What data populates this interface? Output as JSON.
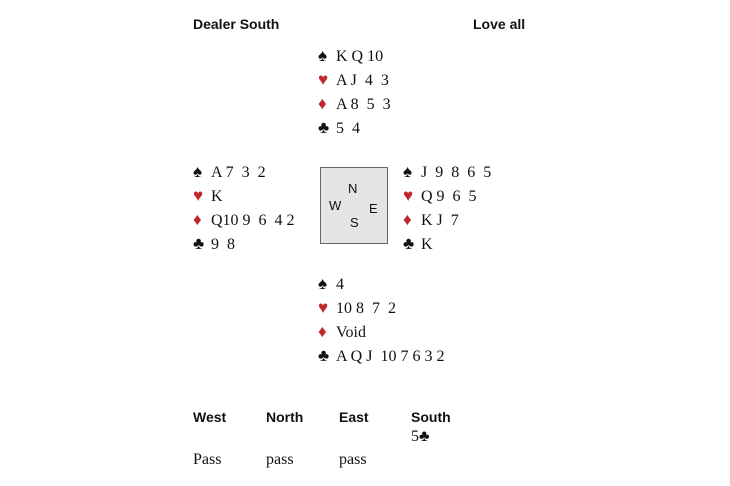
{
  "header": {
    "dealer": "Dealer South",
    "vulnerability": "Love all"
  },
  "suits": {
    "spades": "♠",
    "hearts": "♥",
    "diamonds": "♦",
    "clubs": "♣"
  },
  "colors": {
    "red": "#c0272d",
    "black": "#111111",
    "compass_bg": "#e4e4e4"
  },
  "hands": {
    "north": {
      "spades": "K Q 10",
      "hearts": "A J  4  3",
      "diamonds": "A 8  5  3",
      "clubs": "5  4"
    },
    "west": {
      "spades": "A 7  3  2",
      "hearts": "K",
      "diamonds": "Q10 9  6  4 2",
      "clubs": "9  8"
    },
    "east": {
      "spades": "J  9  8  6  5",
      "hearts": "Q 9  6  5",
      "diamonds": "K J  7",
      "clubs": "K"
    },
    "south": {
      "spades": "4",
      "hearts": "10 8  7  2",
      "diamonds": "Void",
      "clubs": "A Q J  10 7 6 3 2"
    }
  },
  "compass": {
    "n": "N",
    "s": "S",
    "e": "E",
    "w": "W"
  },
  "auction": {
    "headers": [
      "West",
      "North",
      "East",
      "South"
    ],
    "south_bid": "5",
    "south_bid_suit": "♣",
    "row2": [
      "Pass",
      "pass",
      "pass"
    ]
  }
}
